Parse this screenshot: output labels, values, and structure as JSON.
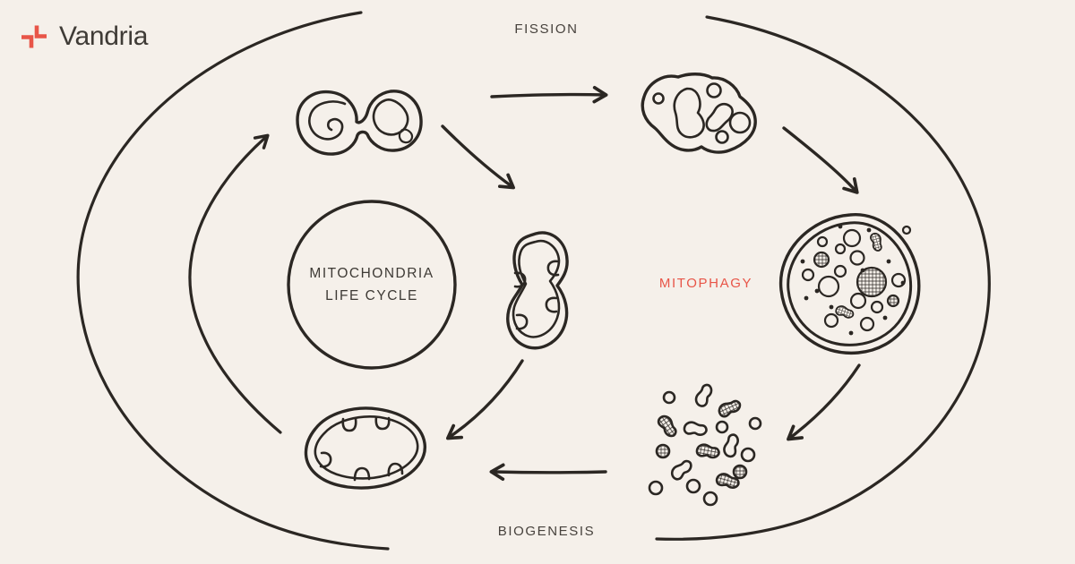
{
  "page": {
    "background": "#f5f0ea",
    "ink": "#2b2723",
    "text_color": "#47423d",
    "accent": "#e85548"
  },
  "logo": {
    "name": "Vandria",
    "mark": "vandria-plus-mark"
  },
  "diagram": {
    "center_label": {
      "line1": "MITOCHONDRIA",
      "line2": "LIFE CYCLE"
    },
    "labels": {
      "fission": "FISSION",
      "mitophagy": "MITOPHAGY",
      "biogenesis": "BIOGENESIS"
    },
    "illustrations": [
      "dividing-mitochondrion",
      "fragmenting-mitochondrion",
      "autophagosome-degrading-mitochondria",
      "mitochondrial-fragments",
      "healthy-mitochondrion",
      "young-mitochondrion"
    ]
  }
}
